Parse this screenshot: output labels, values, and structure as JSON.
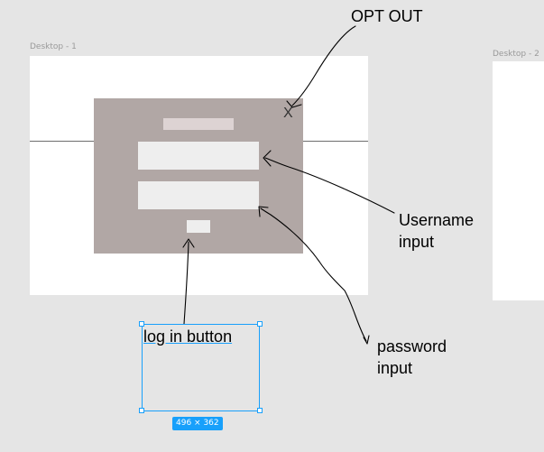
{
  "canvas": {
    "frames": [
      {
        "label": "Desktop - 1"
      },
      {
        "label": "Desktop - 2"
      }
    ]
  },
  "wireframe": {
    "close_symbol": "X"
  },
  "annotations": {
    "opt_out": "OPT OUT",
    "username": "Username\ninput",
    "password": "password\ninput"
  },
  "selection": {
    "text": "log in button",
    "size_label": "496 × 362"
  },
  "colors": {
    "canvas_bg": "#e5e5e5",
    "frame_bg": "#ffffff",
    "modal_bg": "#b1a7a5",
    "field_bg": "#eeeeee",
    "selection_accent": "#18a0fb"
  }
}
